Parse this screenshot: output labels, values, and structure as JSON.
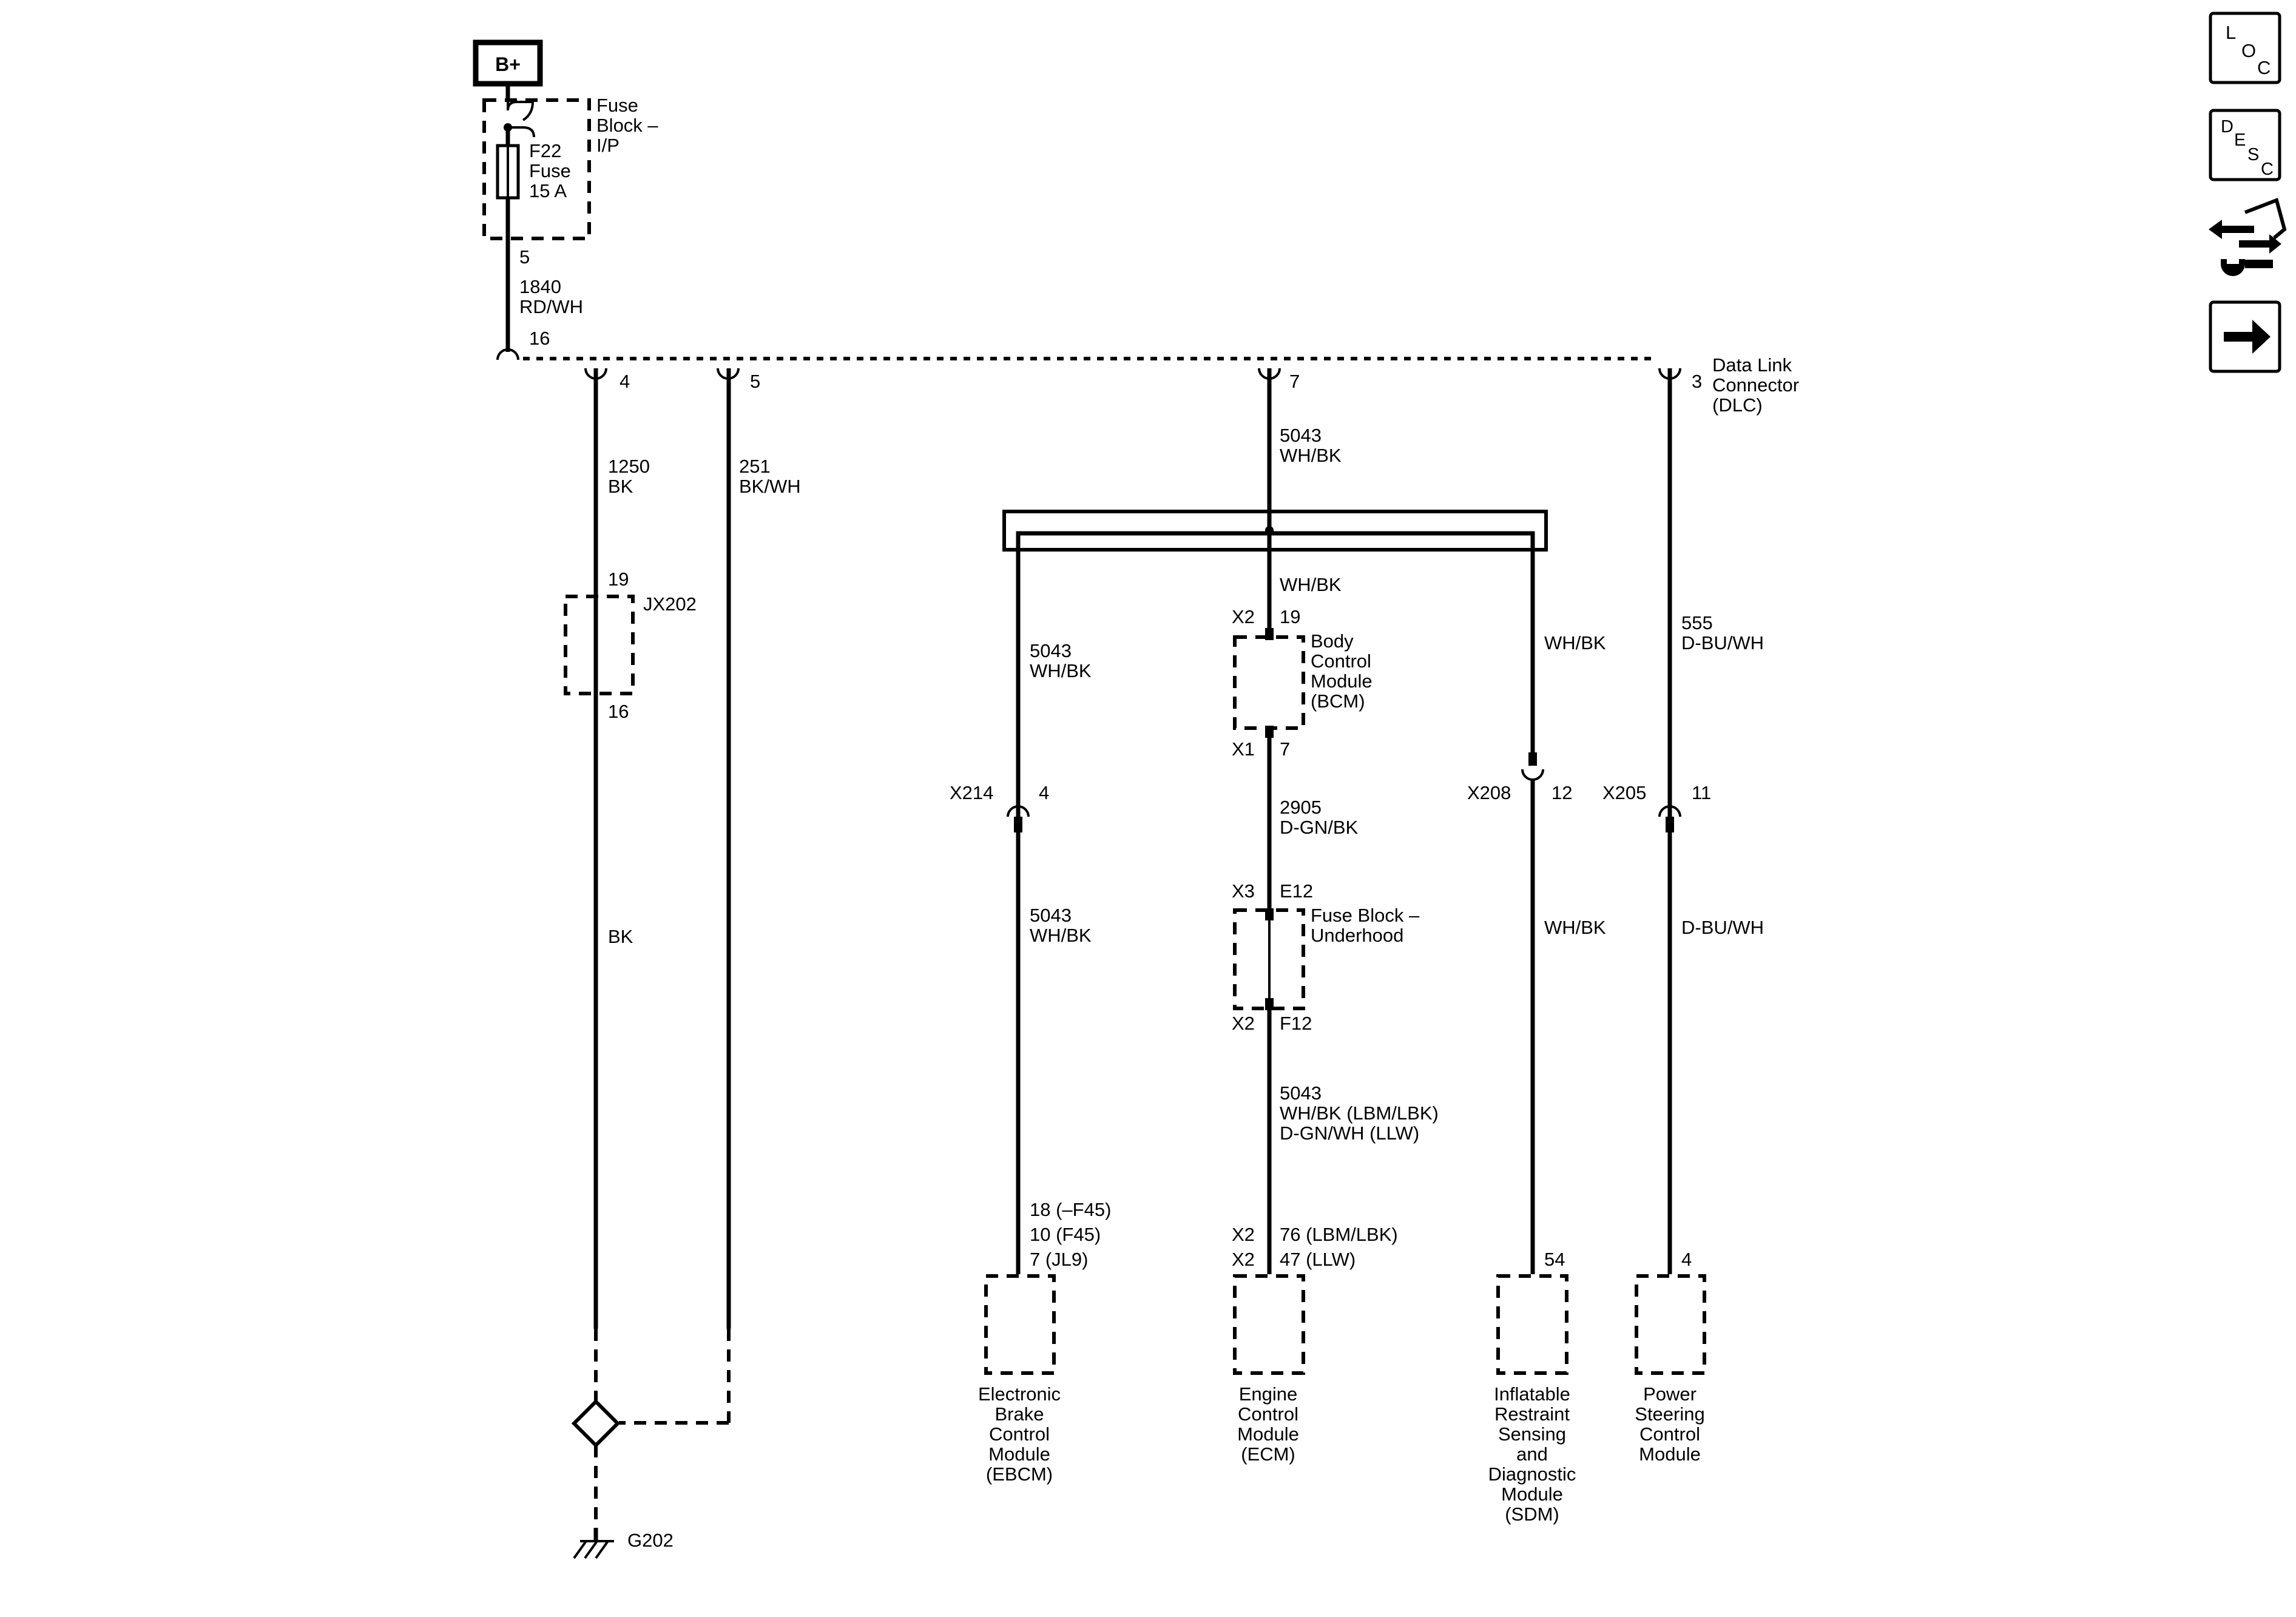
{
  "power": {
    "label": "B+"
  },
  "fuse_block_ip": {
    "name": [
      "Fuse",
      "Block –",
      "I/P"
    ],
    "fuse": [
      "F22",
      "Fuse",
      "15 A"
    ],
    "out_pin": "5",
    "circuit": "1840",
    "color": "RD/WH"
  },
  "dlc": {
    "name": [
      "Data Link",
      "Connector",
      "(DLC)"
    ],
    "pins": {
      "p16": "16",
      "p4": "4",
      "p5": "5",
      "p7": "7",
      "p3": "3"
    }
  },
  "ground_branch_a": {
    "circuit": "1250",
    "color": "BK",
    "splice": "JX202",
    "pin_in": "19",
    "pin_out": "16",
    "lower_color": "BK"
  },
  "ground_branch_b": {
    "circuit": "251",
    "color": "BK/WH"
  },
  "ground": {
    "name": "G202"
  },
  "can_trunk": {
    "circuit": "5043",
    "color": "WH/BK"
  },
  "ebcm_branch": {
    "circuit": "5043",
    "color": "WH/BK",
    "connector": "X214",
    "pin": "4",
    "circuit2": "5043",
    "color2": "WH/BK",
    "pins": [
      "18 (–F45)",
      "10 (F45)",
      "7 (JL9)"
    ],
    "module": [
      "Electronic",
      "Brake",
      "Control",
      "Module",
      "(EBCM)"
    ]
  },
  "bcm": {
    "wire_color": "WH/BK",
    "conn_in": "X2",
    "pin_in": "19",
    "name": [
      "Body",
      "Control",
      "Module",
      "(BCM)"
    ],
    "conn_out": "X1",
    "pin_out": "7",
    "out_circuit": "2905",
    "out_color": "D-GN/BK"
  },
  "fuse_block_uh": {
    "conn_in": "X3",
    "pin_in": "E12",
    "name": [
      "Fuse Block –",
      "Underhood"
    ],
    "conn_out": "X2",
    "pin_out": "F12",
    "out_circuit": "5043",
    "out_colors": [
      "WH/BK (LBM/LBK)",
      "D-GN/WH (LLW)"
    ]
  },
  "ecm": {
    "conn_a": "X2",
    "pin_a": "76 (LBM/LBK)",
    "conn_b": "X2",
    "pin_b": "47 (LLW)",
    "module": [
      "Engine",
      "Control",
      "Module",
      "(ECM)"
    ]
  },
  "sdm_branch": {
    "upper_color": "WH/BK",
    "connector": "X208",
    "pin": "12",
    "lower_color": "WH/BK",
    "module_pin": "54",
    "module": [
      "Inflatable",
      "Restraint",
      "Sensing",
      "and",
      "Diagnostic",
      "Module",
      "(SDM)"
    ]
  },
  "pscm_branch": {
    "circuit": "555",
    "color": "D-BU/WH",
    "connector": "X205",
    "pin": "11",
    "lower_color": "D-BU/WH",
    "module_pin": "4",
    "module": [
      "Power",
      "Steering",
      "Control",
      "Module"
    ]
  },
  "nav_buttons": {
    "loc": [
      "L",
      "O",
      "C"
    ],
    "desc": [
      "D",
      "E",
      "S",
      "C"
    ]
  }
}
